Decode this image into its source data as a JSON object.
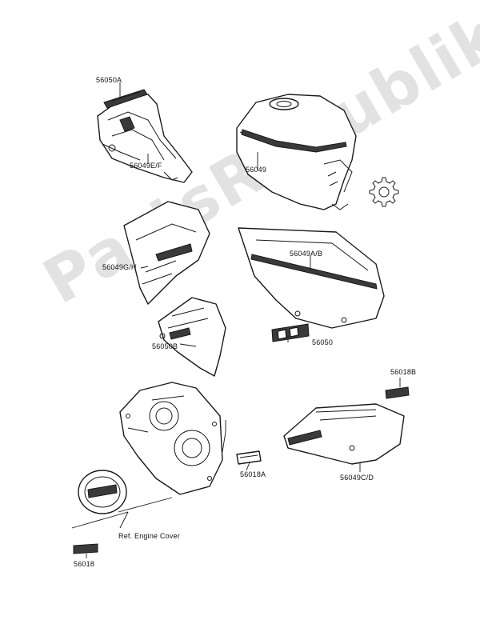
{
  "watermark": "PartsRepublik",
  "labels": {
    "p56050A": "56050A",
    "p56049EF": "56049E/F",
    "p56049": "56049",
    "p56049GH": "56049G/H",
    "p56049AB": "56049A/B",
    "p56050B": "56050B",
    "p56050": "56050",
    "p56018B": "56018B",
    "p56018A": "56018A",
    "p56049CD": "56049C/D",
    "ref_engine_cover": "Ref. Engine Cover",
    "p56018": "56018"
  },
  "icons": {
    "settings": "gear-icon"
  },
  "colors": {
    "line": "#1a1a1a",
    "watermark": "#bebebe"
  }
}
